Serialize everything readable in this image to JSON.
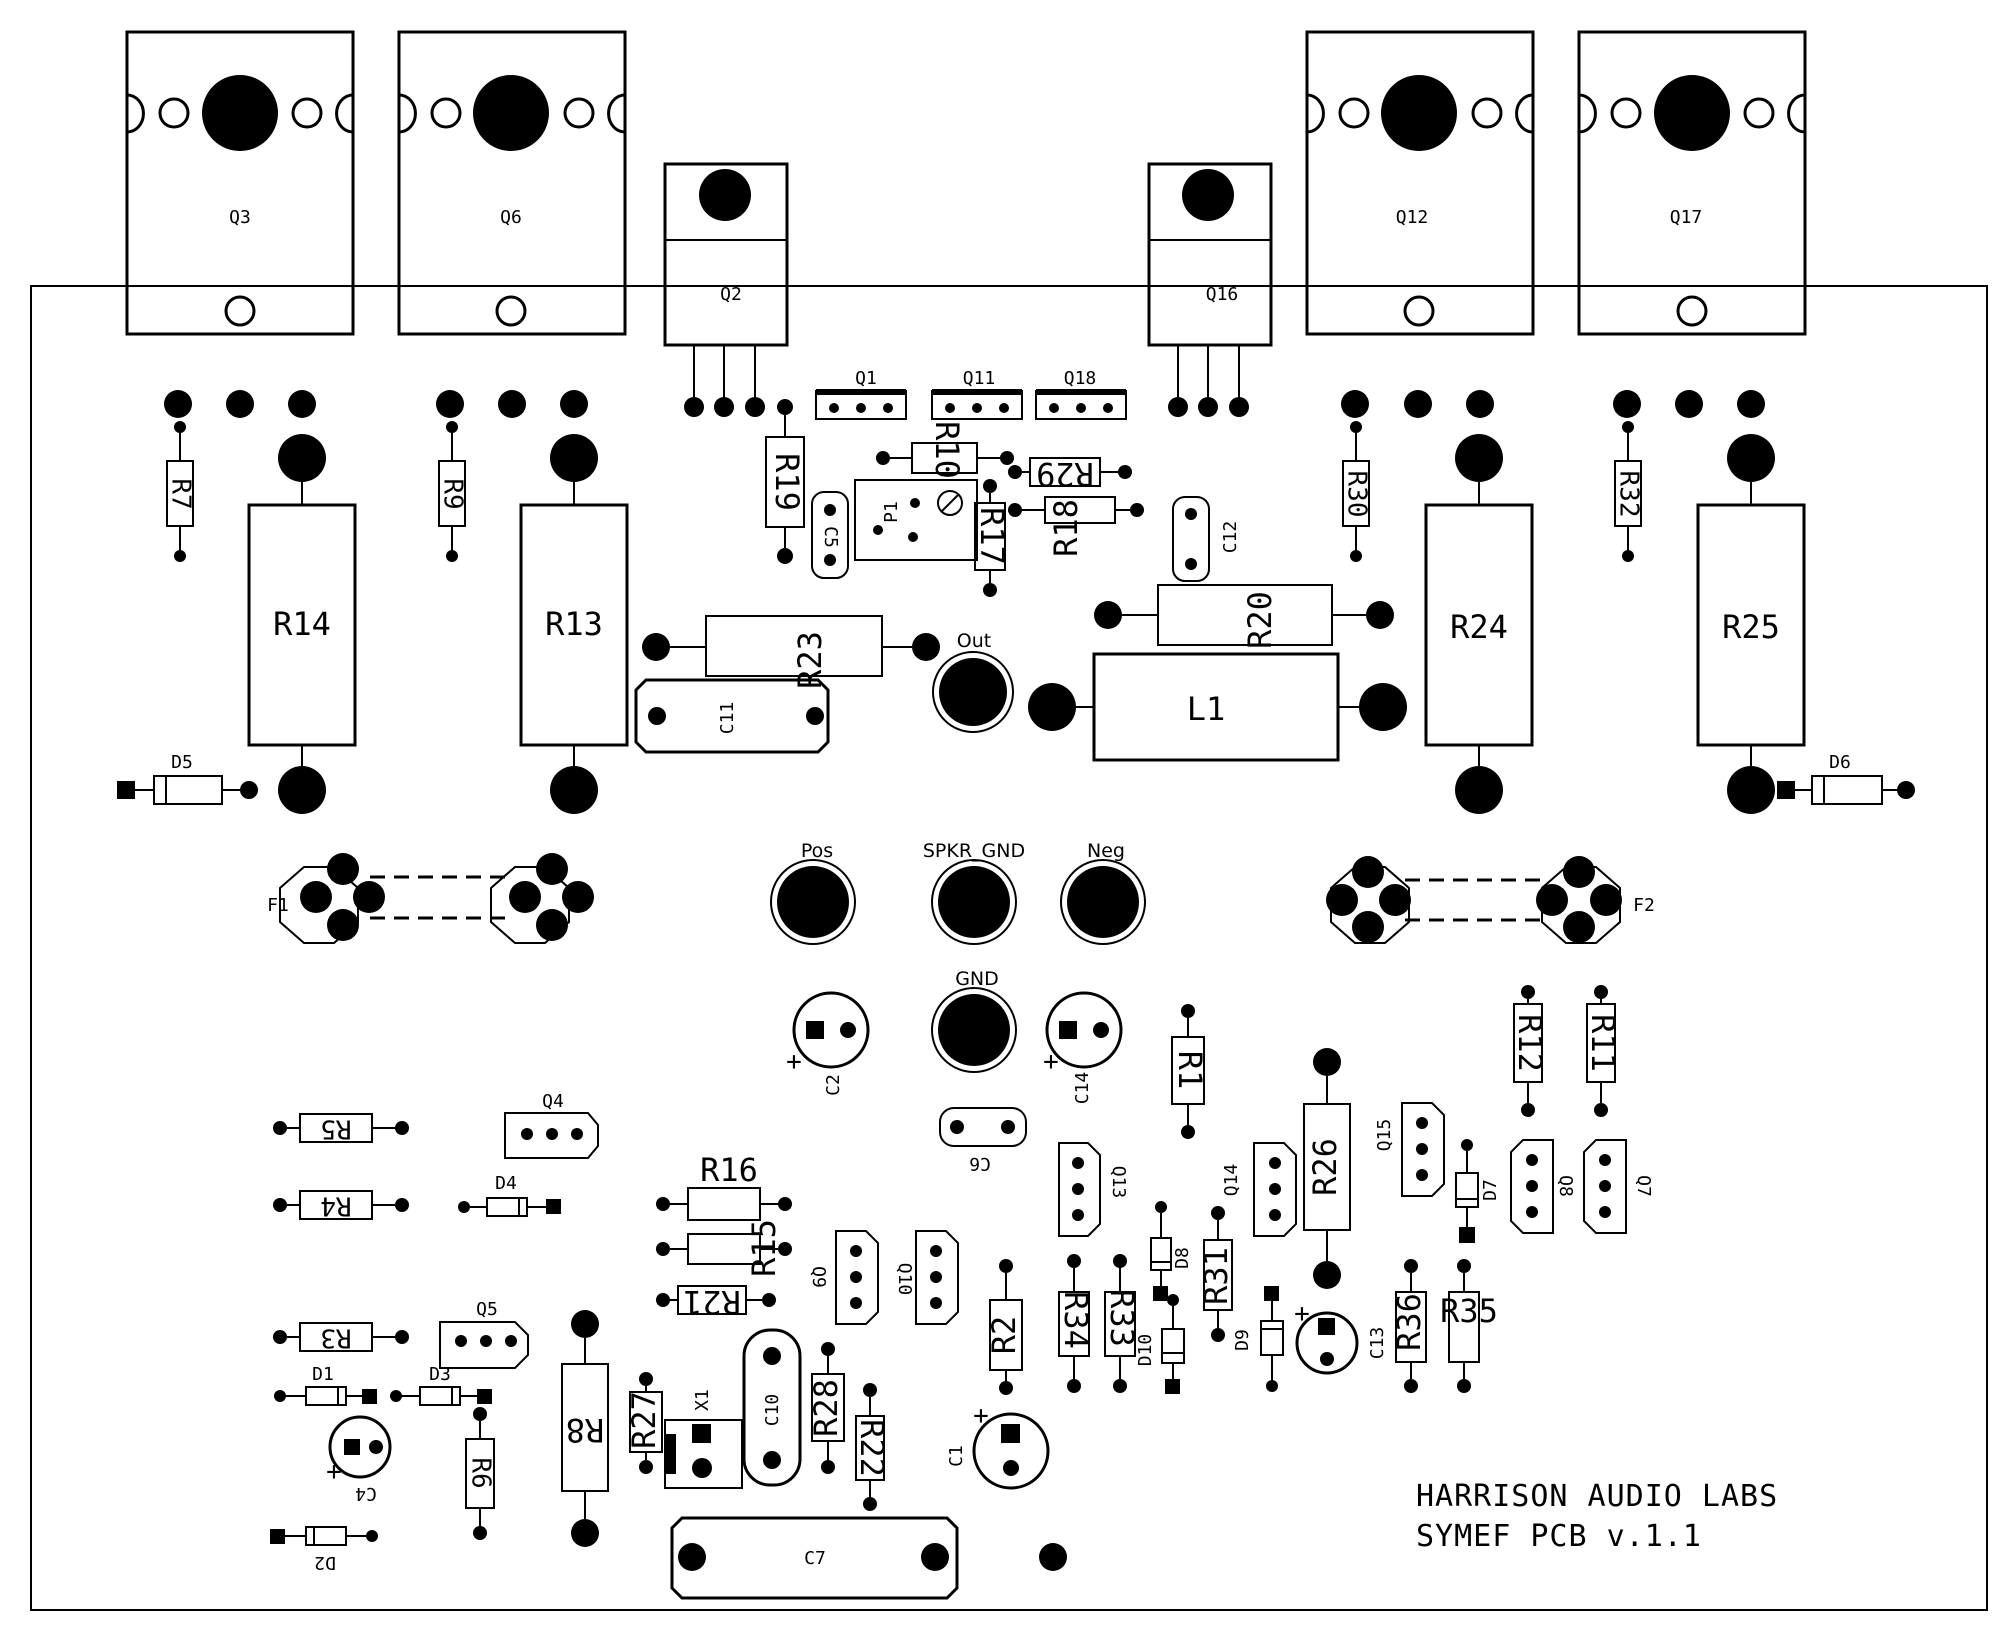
{
  "components": {
    "Q1": "Q1",
    "Q2": "Q2",
    "Q3": "Q3",
    "Q4": "Q4",
    "Q5": "Q5",
    "Q6": "Q6",
    "Q7": "Q7",
    "Q8": "Q8",
    "Q9": "Q9",
    "Q10": "Q10",
    "Q11": "Q11",
    "Q12": "Q12",
    "Q13": "Q13",
    "Q14": "Q14",
    "Q15": "Q15",
    "Q16": "Q16",
    "Q17": "Q17",
    "Q18": "Q18",
    "R1": "R1",
    "R2": "R2",
    "R3": "R3",
    "R4": "R4",
    "R5": "R5",
    "R6": "R6",
    "R7": "R7",
    "R8": "R8",
    "R9": "R9",
    "R10": "R10",
    "R11": "R11",
    "R12": "R12",
    "R13": "R13",
    "R14": "R14",
    "R15": "R15",
    "R16": "R16",
    "R17": "R17",
    "R18": "R18",
    "R19": "R19",
    "R20": "R20",
    "R21": "R21",
    "R22": "R22",
    "R23": "R23",
    "R24": "R24",
    "R25": "R25",
    "R26": "R26",
    "R27": "R27",
    "R28": "R28",
    "R29": "R29",
    "R30": "R30",
    "R31": "R31",
    "R32": "R32",
    "R33": "R33",
    "R34": "R34",
    "R35": "R35",
    "R36": "R36",
    "C1": "C1",
    "C2": "C2",
    "C4": "C4",
    "C5": "C5",
    "C6": "C6",
    "C7": "C7",
    "C10": "C10",
    "C11": "C11",
    "C12": "C12",
    "C13": "C13",
    "C14": "C14",
    "D1": "D1",
    "D2": "D2",
    "D3": "D3",
    "D4": "D4",
    "D5": "D5",
    "D6": "D6",
    "D7": "D7",
    "D8": "D8",
    "D9": "D9",
    "D10": "D10",
    "F1": "F1",
    "F2": "F2",
    "L1": "L1",
    "P1": "P1",
    "X1": "X1"
  },
  "terminals": {
    "out": "Out",
    "pos": "Pos",
    "spkr_gnd": "SPKR_GND",
    "neg": "Neg",
    "gnd": "GND"
  },
  "footer": {
    "line1": "HARRISON AUDIO LABS",
    "line2": "SYMEF PCB v.1.1"
  }
}
